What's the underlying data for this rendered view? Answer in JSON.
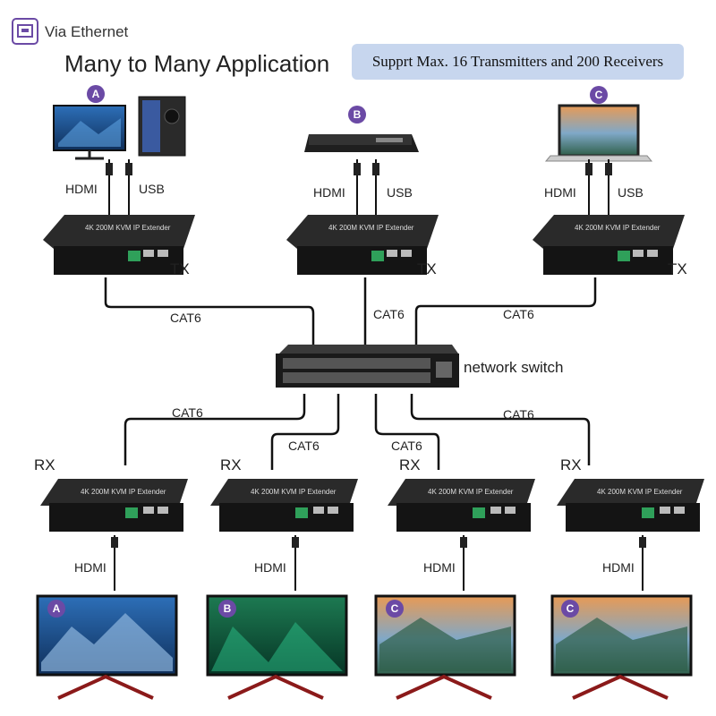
{
  "header": {
    "via_text": "Via Ethernet",
    "title": "Many to Many Application",
    "support_text": "Supprt Max. 16 Transmitters and 200 Receivers"
  },
  "sources": [
    {
      "badge": "A",
      "hdmi": "HDMI",
      "usb": "USB",
      "tx": "TX",
      "cable": "CAT6"
    },
    {
      "badge": "B",
      "hdmi": "HDMI",
      "usb": "USB",
      "tx": "TX",
      "cable": "CAT6"
    },
    {
      "badge": "C",
      "hdmi": "HDMI",
      "usb": "USB",
      "tx": "TX",
      "cable": "CAT6"
    }
  ],
  "switch": {
    "label": "network switch"
  },
  "receivers": [
    {
      "rx": "RX",
      "cable": "CAT6",
      "hdmi": "HDMI",
      "monitor_badge": "A"
    },
    {
      "rx": "RX",
      "cable": "CAT6",
      "hdmi": "HDMI",
      "monitor_badge": "B"
    },
    {
      "rx": "RX",
      "cable": "CAT6",
      "hdmi": "HDMI",
      "monitor_badge": "C"
    },
    {
      "rx": "RX",
      "cable": "CAT6",
      "hdmi": "HDMI",
      "monitor_badge": "C"
    }
  ],
  "device_text": "4K 200M KVM IP Extender",
  "colors": {
    "accent": "#6b4aa5",
    "pill": "#c7d6ee",
    "device": "#1b1b1b",
    "terminal": "#2fa05a"
  }
}
